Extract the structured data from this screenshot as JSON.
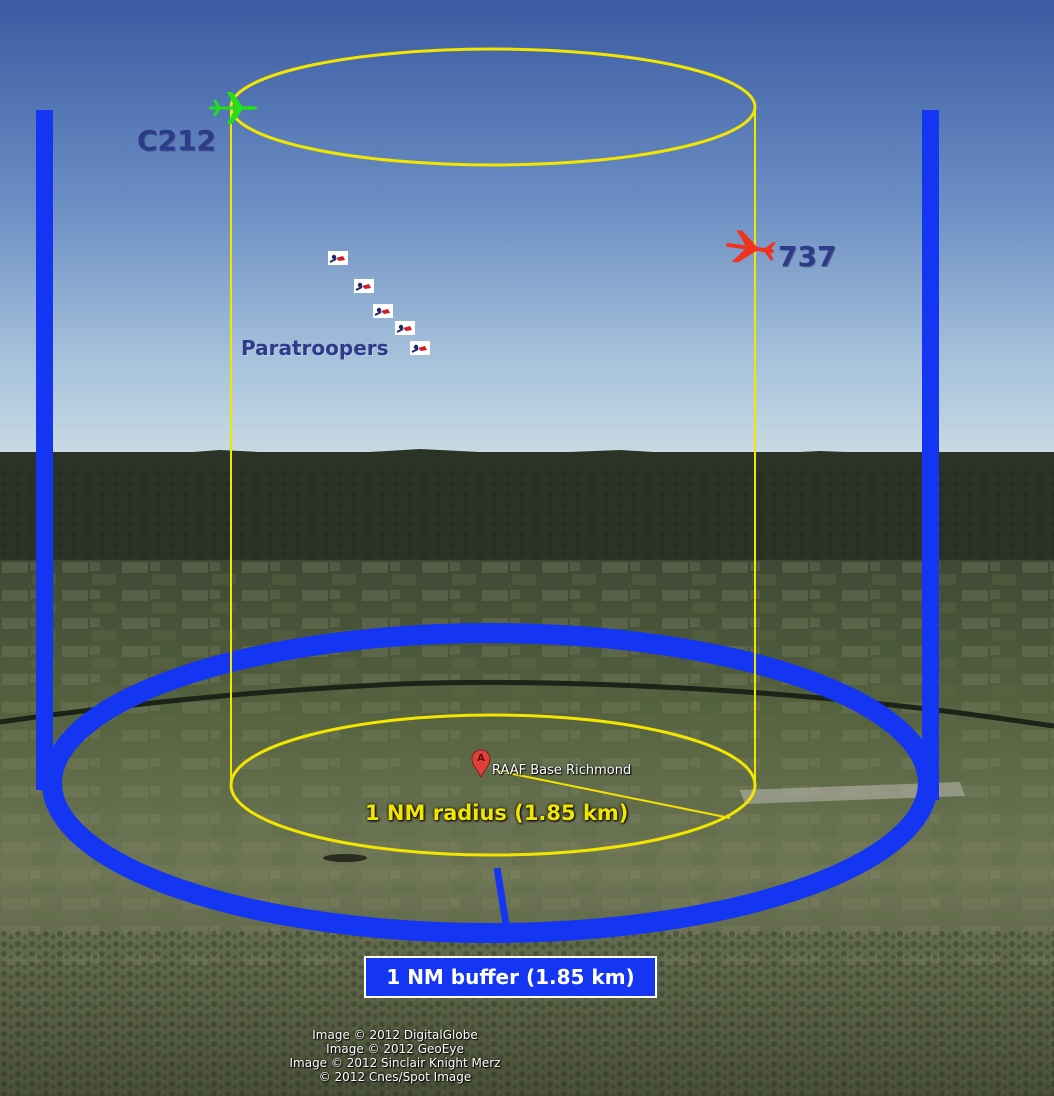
{
  "colors": {
    "sky_top": "#3d5ea6",
    "sky_horizon": "#c6dae2",
    "terrain": "#3e4a34",
    "buffer_ring": "#1436f2",
    "radius_outline": "#f2e600",
    "c212_plane": "#22e01a",
    "b737_plane": "#f0321e",
    "pin": "#e0403a",
    "label_text": "#2d3b8a"
  },
  "map_labels": {
    "c212": "C212",
    "b737": "737",
    "paratroopers": "Paratroopers",
    "airbase": "RAAF Base Richmond",
    "pin_letter": "A",
    "radius": "1 NM radius (1.85 km)",
    "buffer": "1 NM buffer (1.85 km)"
  },
  "icons": {
    "c212": "airplane-icon",
    "b737": "airplane-icon",
    "paratrooper": "parachutist-icon",
    "airbase_marker": "map-pin-icon"
  },
  "attribution": [
    "Image © 2012 DigitalGlobe",
    "Image © 2012 GeoEye",
    "Image © 2012 Sinclair Knight Merz",
    "© 2012 Cnes/Spot Image"
  ]
}
